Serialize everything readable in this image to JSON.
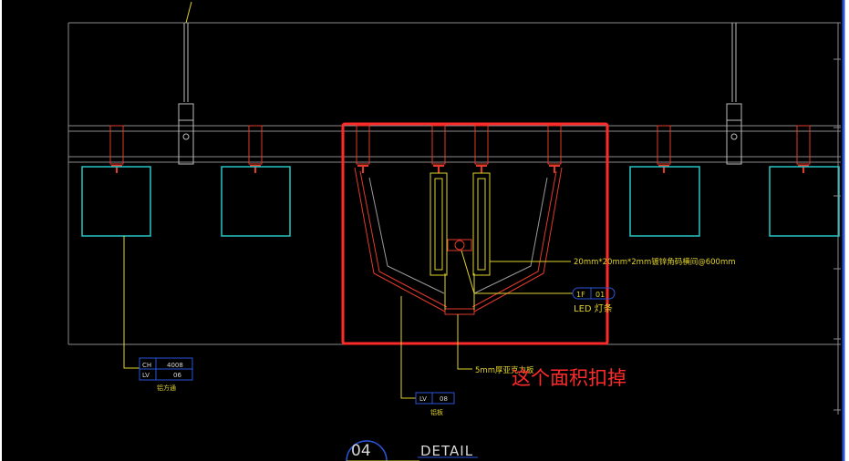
{
  "colors": {
    "background": "#000000",
    "frame": "#8a8a8a",
    "cyan": "#27c6c6",
    "red": "#e03a2a",
    "yellow": "#e0d22a",
    "highlight": "#ff2a2a",
    "blue": "#2a54d8",
    "text_white": "#d8d8d8"
  },
  "annotations": {
    "keel_spec": "20mm*20mm*2mm镀锌角码横间@600mm",
    "plate": "5mm厚亚克力板",
    "tag_1f": "1F",
    "tag_01": "01",
    "led_label": "LED 灯条",
    "remark": "这个面积扣掉"
  },
  "tag_left": {
    "ch_key": "CH",
    "ch_val": "4008",
    "lv_key": "LV",
    "lv_val": "06",
    "caption": "铝方通"
  },
  "tag_mid": {
    "lv_key": "LV",
    "lv_val": "08",
    "caption": "铝板"
  },
  "title": {
    "number": "04",
    "text": "DETAIL"
  }
}
